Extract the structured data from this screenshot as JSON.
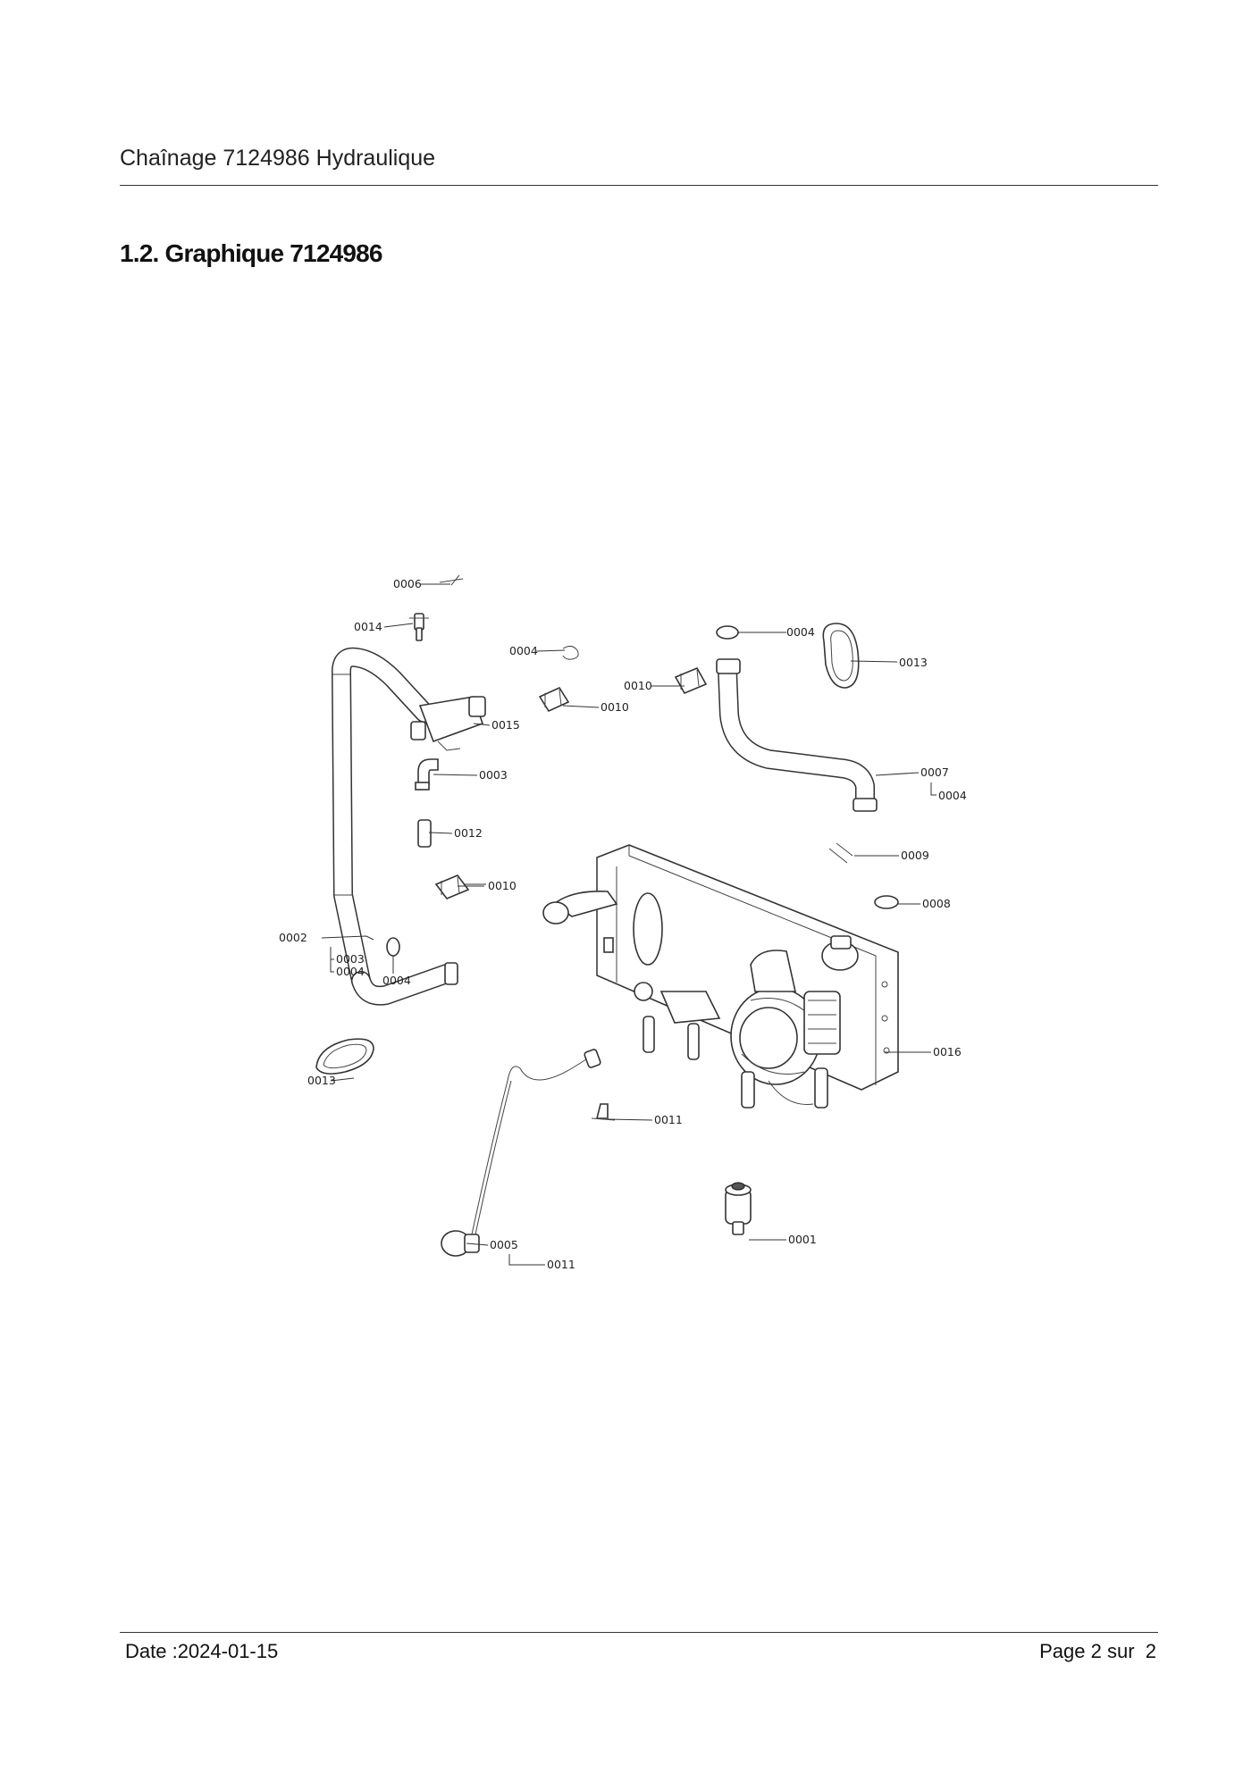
{
  "header": {
    "title": "Chaînage 7124986 Hydraulique"
  },
  "section": {
    "title": "1.2. Graphique 7124986"
  },
  "diagram": {
    "callouts": {
      "c0006": "0006",
      "c0014": "0014",
      "c0004a": "0004",
      "c0004b": "0004",
      "c0013a": "0013",
      "c0010a": "0010",
      "c0010b": "0010",
      "c0015": "0015",
      "c0003a": "0003",
      "c0007": "0007",
      "c0004c": "0004",
      "c0012": "0012",
      "c0009": "0009",
      "c0010c": "0010",
      "c0008": "0008",
      "c0002": "0002",
      "c0003b": "0003",
      "c0004d": "0004",
      "c0004e": "0004",
      "c0016": "0016",
      "c0013b": "0013",
      "c0011a": "0011",
      "c0005": "0005",
      "c0001": "0001",
      "c0011b": "0011"
    }
  },
  "footer": {
    "date": "Date :2024-01-15",
    "page": "Page 2 sur  2"
  }
}
